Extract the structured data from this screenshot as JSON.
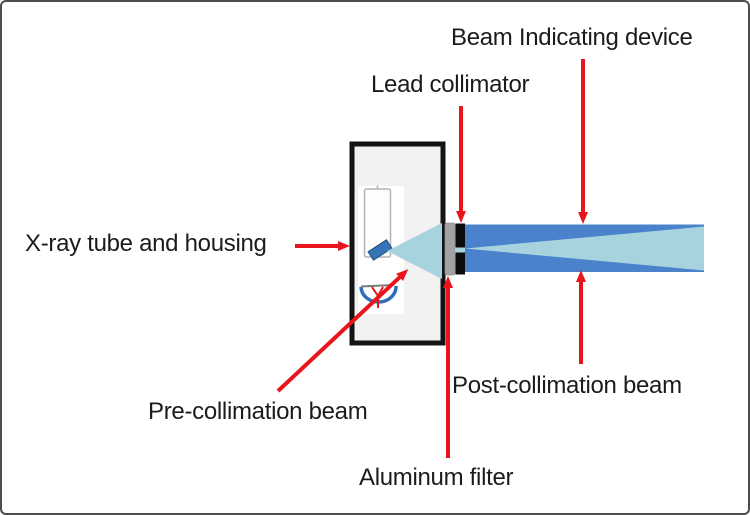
{
  "figure": {
    "description_labels": {
      "beam_indicating_device": "Beam Indicating device",
      "lead_collimator": "Lead collimator",
      "xray_tube_housing": "X-ray tube and housing",
      "pre_collimation_beam": "Pre-collimation beam",
      "post_collimation_beam": "Post-collimation beam",
      "aluminum_filter": "Aluminum filter"
    },
    "colors": {
      "arrow": "#e8151d",
      "beam_light": "#a6d3de",
      "bid_dark": "#4a82cb",
      "filter_gray": "#a3a3a3",
      "filter_edge": "#8c8c8c",
      "collimator_black": "#0d0d0d",
      "housing_fill": "#f2f2f2",
      "housing_border": "#141414",
      "insert_white": "#ffffff",
      "envelope_fill": "#fdfdfd",
      "envelope_edge": "#b3b3b3",
      "anode_blue": "#3574b5",
      "anode_edge": "#205080",
      "cathode_blue": "#2e6fb7",
      "chord_gray": "#7a7a7a",
      "text": "#1c1c1c"
    }
  }
}
